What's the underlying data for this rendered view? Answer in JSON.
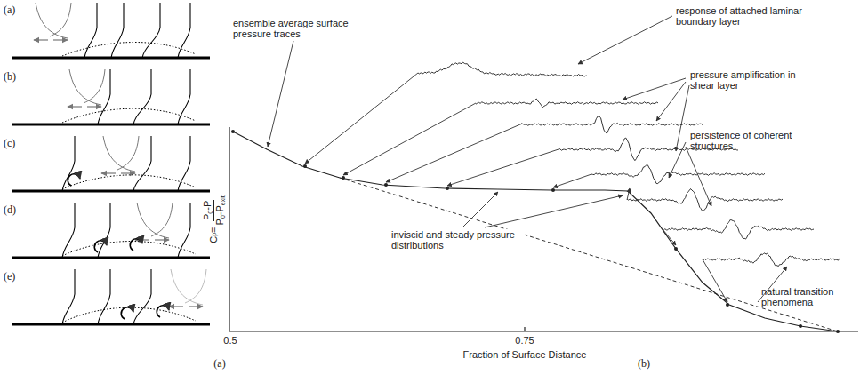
{
  "diagram": {
    "labels": [
      "(a)",
      "(b)",
      "(c)",
      "(d)",
      "(e)",
      "ensemble average surface pressure traces",
      "response of attached laminar boundary layer",
      "pressure amplification in shear layer",
      "persistence of coherent structures",
      "inviscid and steady pressure distributions",
      "natural transition phenomena",
      "0.5",
      "0.75",
      "Fraction of Surface Distance",
      "(a)",
      "(b)",
      "C",
      "p",
      "=",
      "P",
      "0",
      "-P",
      "P",
      "0",
      "-P",
      "exit"
    ]
  }
}
